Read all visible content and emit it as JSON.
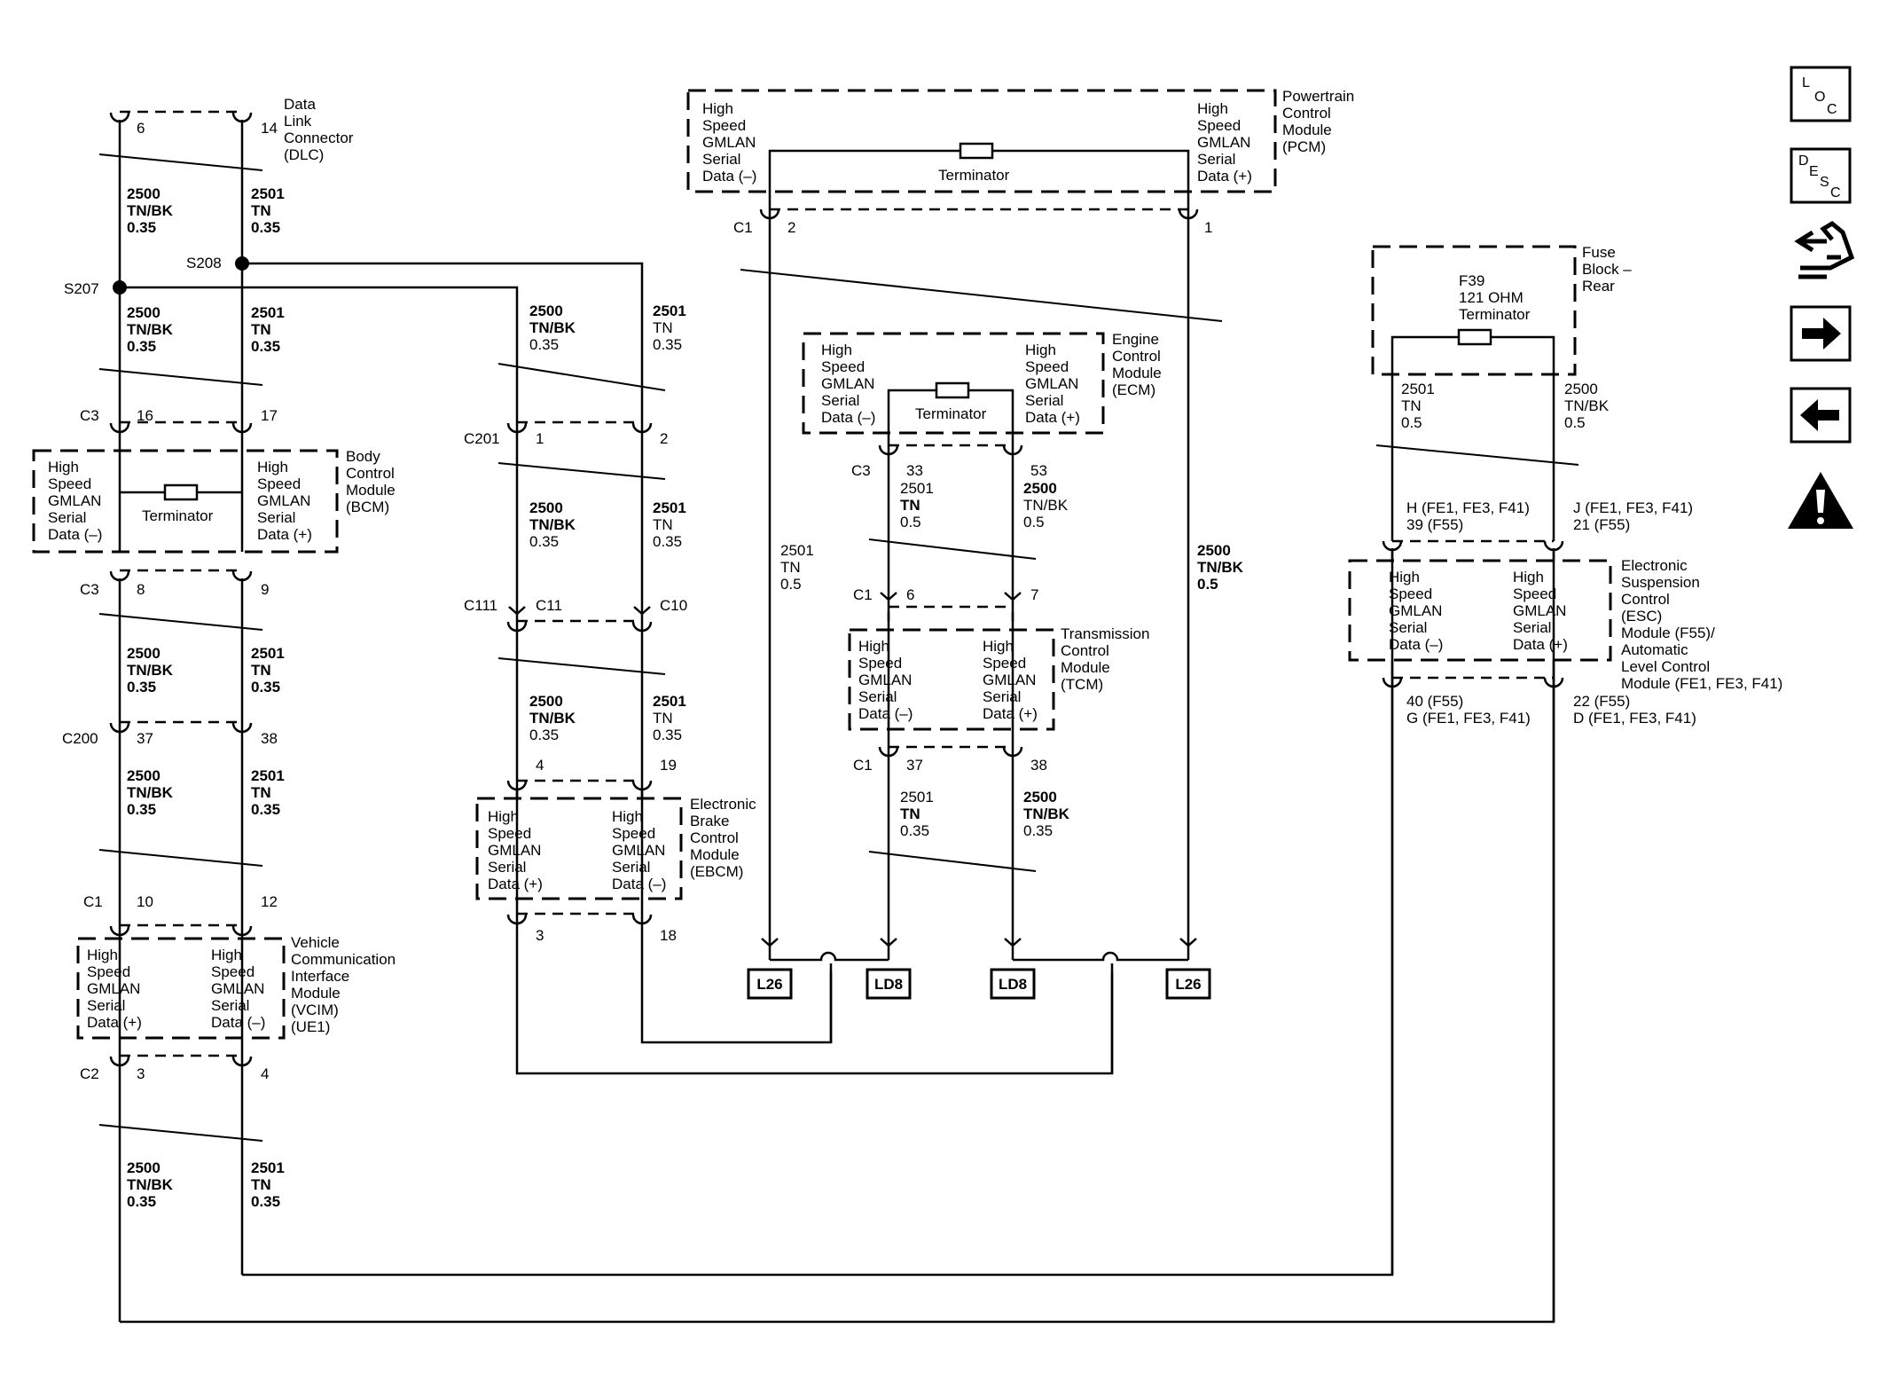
{
  "modules": {
    "dlc": {
      "lines": [
        "Data",
        "Link",
        "Connector",
        "(DLC)"
      ]
    },
    "bcm": {
      "lines": [
        "Body",
        "Control",
        "Module",
        "(BCM)"
      ],
      "left": [
        "High",
        "Speed",
        "GMLAN",
        "Serial",
        "Data (–)"
      ],
      "right": [
        "High",
        "Speed",
        "GMLAN",
        "Serial",
        "Data (+)"
      ],
      "terminator": "Terminator"
    },
    "vcim": {
      "lines": [
        "Vehicle",
        "Communication",
        "Interface",
        "Module",
        "(VCIM)",
        "(UE1)"
      ],
      "left": [
        "High",
        "Speed",
        "GMLAN",
        "Serial",
        "Data (+)"
      ],
      "right": [
        "High",
        "Speed",
        "GMLAN",
        "Serial",
        "Data (–)"
      ]
    },
    "ebcm": {
      "lines": [
        "Electronic",
        "Brake",
        "Control",
        "Module",
        "(EBCM)"
      ],
      "left": [
        "High",
        "Speed",
        "GMLAN",
        "Serial",
        "Data (+)"
      ],
      "right": [
        "High",
        "Speed",
        "GMLAN",
        "Serial",
        "Data (–)"
      ]
    },
    "pcm": {
      "lines": [
        "Powertrain",
        "Control",
        "Module",
        "(PCM)"
      ],
      "left": [
        "High",
        "Speed",
        "GMLAN",
        "Serial",
        "Data (–)"
      ],
      "right": [
        "High",
        "Speed",
        "GMLAN",
        "Serial",
        "Data (+)"
      ],
      "terminator": "Terminator"
    },
    "ecm": {
      "lines": [
        "Engine",
        "Control",
        "Module",
        "(ECM)"
      ],
      "left": [
        "High",
        "Speed",
        "GMLAN",
        "Serial",
        "Data (–)"
      ],
      "right": [
        "High",
        "Speed",
        "GMLAN",
        "Serial",
        "Data (+)"
      ],
      "terminator": "Terminator"
    },
    "tcm": {
      "lines": [
        "Transmission",
        "Control",
        "Module",
        "(TCM)"
      ],
      "left": [
        "High",
        "Speed",
        "GMLAN",
        "Serial",
        "Data (–)"
      ],
      "right": [
        "High",
        "Speed",
        "GMLAN",
        "Serial",
        "Data (+)"
      ]
    },
    "fuse": {
      "lines": [
        "Fuse",
        "Block –",
        "Rear"
      ],
      "inner": [
        "F39",
        "121 OHM",
        "Terminator"
      ]
    },
    "esc": {
      "lines": [
        "Electronic",
        "Suspension",
        "Control",
        "(ESC)",
        "Module (F55)/",
        "Automatic",
        "Level Control",
        "Module (FE1, FE3, F41)"
      ],
      "left": [
        "High",
        "Speed",
        "GMLAN",
        "Serial",
        "Data (–)"
      ],
      "right": [
        "High",
        "Speed",
        "GMLAN",
        "Serial",
        "Data (+)"
      ]
    }
  },
  "wires": {
    "tnbk_035": [
      "2500",
      "TN/BK",
      "0.35"
    ],
    "tn_035": [
      "2501",
      "TN",
      "0.35"
    ],
    "tnbk_05": [
      "2500",
      "TN/BK",
      "0.5"
    ],
    "tn_05": [
      "2501",
      "TN",
      "0.5"
    ]
  },
  "connectors": {
    "c3": "C3",
    "c1": "C1",
    "c2": "C2",
    "c200": "C200",
    "c201": "C201",
    "c111": "C111",
    "c11": "C11",
    "c10": "C10",
    "s207": "S207",
    "s208": "S208"
  },
  "pins": {
    "dlc_l": "6",
    "dlc_r": "14",
    "bcm_top_l": "16",
    "bcm_top_r": "17",
    "bcm_bot_l": "8",
    "bcm_bot_r": "9",
    "c200_l": "37",
    "c200_r": "38",
    "vcim_top_l": "10",
    "vcim_top_r": "12",
    "vcim_bot_l": "3",
    "vcim_bot_r": "4",
    "c201_l": "1",
    "c201_r": "2",
    "ebcm_top_l": "4",
    "ebcm_top_r": "19",
    "ebcm_bot_l": "3",
    "ebcm_bot_r": "18",
    "pcm_l": "2",
    "pcm_r": "1",
    "ecm_l": "33",
    "ecm_r": "53",
    "tcm_top_l": "6",
    "tcm_top_r": "7",
    "tcm_bot_l": "37",
    "tcm_bot_r": "38",
    "esc_top_l1": "H (FE1, FE3, F41)",
    "esc_top_l2": "39 (F55)",
    "esc_top_r1": "J (FE1, FE3, F41)",
    "esc_top_r2": "21 (F55)",
    "esc_bot_l1": "40 (F55)",
    "esc_bot_l2": "G (FE1, FE3, F41)",
    "esc_bot_r1": "22 (F55)",
    "esc_bot_r2": "D (FE1, FE3, F41)"
  },
  "options": {
    "l26": "L26",
    "ld8": "LD8"
  },
  "sidebar": {
    "loc": [
      "L",
      "O",
      "C"
    ],
    "desc": [
      "D",
      "E",
      "S",
      "C"
    ]
  }
}
